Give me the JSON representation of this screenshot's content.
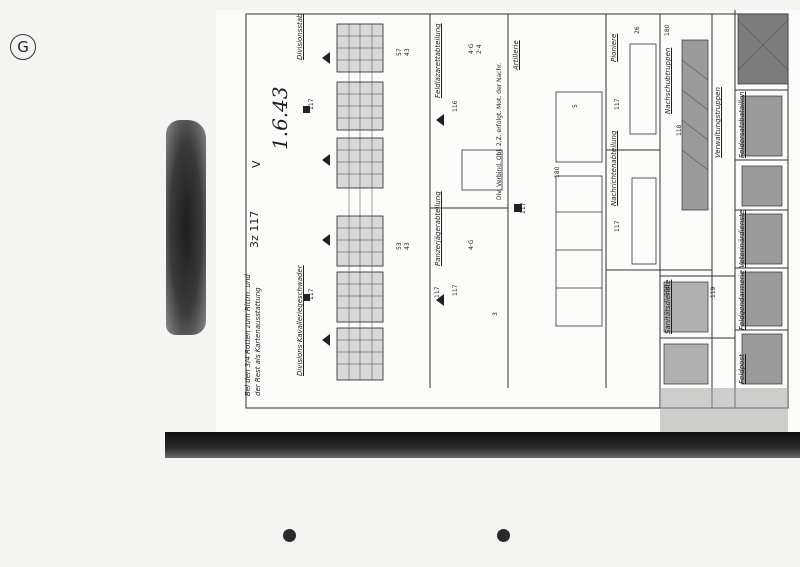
{
  "document": {
    "corner_mark": "G",
    "title": "1.6.43",
    "header_code": "3z 117",
    "header_suffix": "V",
    "footnote_lines": [
      "Bei den 3/4 Rotten zum Rittm. und",
      "der Rest als Kartenausstattung"
    ],
    "section_labels": {
      "cavalry": "Divisions-Kavalleriegeschwader",
      "division": "Divisionsstab",
      "engineers": "Feldlazarettabteilung",
      "flak": "Panzerjägerabteilung",
      "artillery": "Artillerie",
      "pioneers": "Pioniere",
      "signals": "Nachrichtenabteilung",
      "supply": "Nachschubtruppen",
      "medical": "Sanitätsdienste",
      "admin": "Verwaltungstruppen",
      "vet": "Veterinärdienste",
      "police": "Feldgendarmerie",
      "post": "Feldpost",
      "field_replacement": "Feldersatzbataillon"
    },
    "unit_codes": [
      "117",
      "117",
      "117",
      "117",
      "117",
      "116",
      "117"
    ],
    "numbers": [
      "53",
      "43",
      "57",
      "43",
      "26",
      "180",
      "180",
      "190",
      "118",
      "119",
      "117"
    ],
    "side_marks": [
      "4·G",
      "2·4",
      "4·G",
      "3",
      "5",
      "Div. Verbind. Obl. 2.Z. erfolgt. Mot. der Nachr."
    ]
  }
}
